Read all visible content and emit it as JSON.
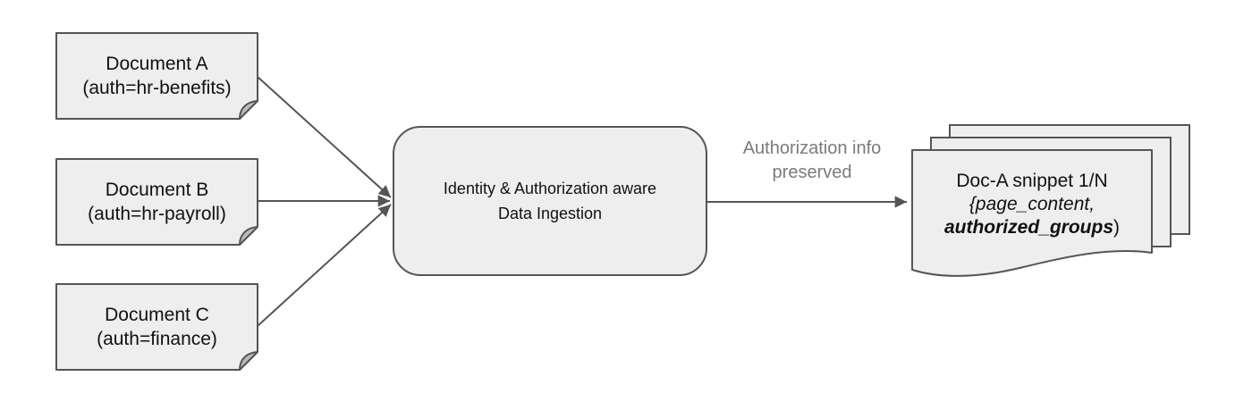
{
  "colors": {
    "shape_fill": "#eeeeee",
    "shape_stroke": "#555555",
    "fold_fill": "#bbbbbb",
    "arrow": "#555555",
    "text": "#111111",
    "muted_label": "#7a7a7a",
    "background": "#ffffff"
  },
  "nodes": {
    "document_a": {
      "title": "Document A",
      "subtitle": "(auth=hr-benefits)"
    },
    "document_b": {
      "title": "Document B",
      "subtitle": "(auth=hr-payroll)"
    },
    "document_c": {
      "title": "Document C",
      "subtitle": "(auth=finance)"
    },
    "processor": {
      "line1": "Identity & Authorization aware",
      "line2": "Data Ingestion"
    },
    "output_snippet": {
      "line1": "Doc-A snippet 1/N",
      "line2": "{page_content,",
      "line3_emphasis": "authorized_groups",
      "line3_suffix": ")"
    }
  },
  "edges": {
    "ingestion_to_snippet_label": {
      "line1": "Authorization info",
      "line2": "preserved"
    }
  }
}
